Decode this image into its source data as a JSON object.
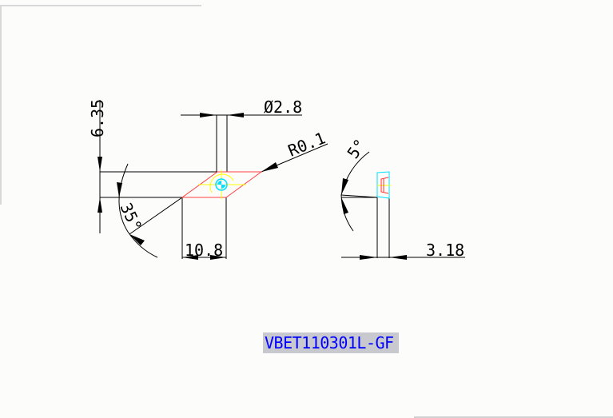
{
  "drawing": {
    "part_number": "VBET110301L-GF",
    "dimensions": {
      "thickness_inscribed": "6.35",
      "hole_diameter": "Ø2.8",
      "corner_radius": "R0.1",
      "included_angle": "35°",
      "edge_length": "10.8",
      "clearance_angle": "5°",
      "insert_thickness": "3.18"
    },
    "colors": {
      "dimension_lines": "#000000",
      "insert_outline": "#ff4040",
      "centerlines": "#ffff00",
      "hole": "#00e0ff",
      "part_number_text": "#0000ff",
      "part_number_bg": "#c8c8cf"
    }
  }
}
